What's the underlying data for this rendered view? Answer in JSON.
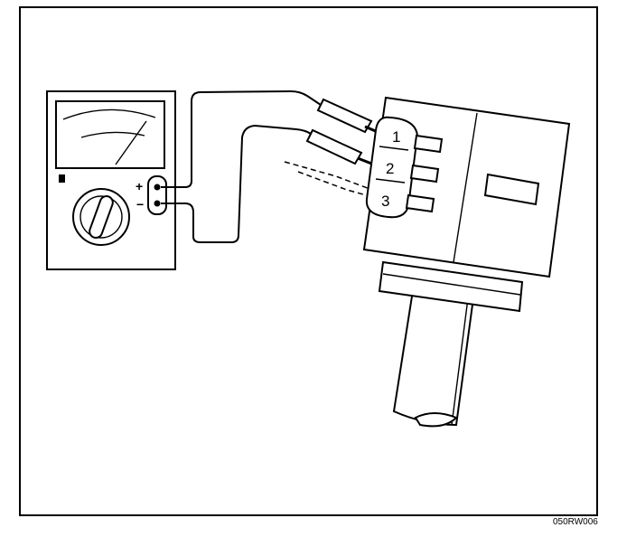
{
  "diagram": {
    "terminals": [
      "1",
      "2",
      "3"
    ],
    "meter": {
      "plus_label": "+",
      "minus_label": "−"
    },
    "figure_code": "050RW006"
  }
}
